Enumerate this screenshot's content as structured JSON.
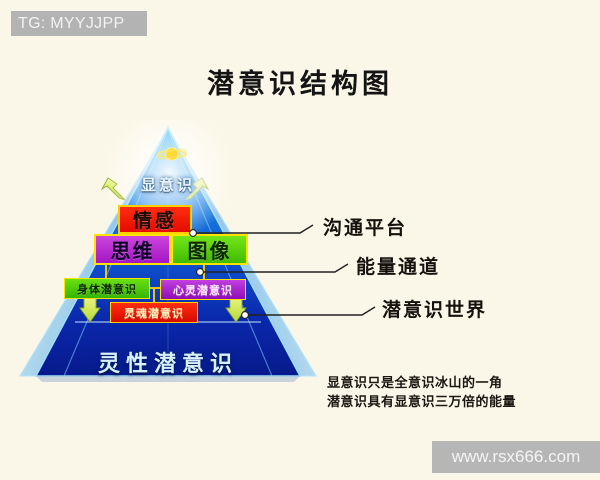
{
  "watermarks": {
    "tg_tag": "TG: MYYJJPP",
    "site": "www.rsx666.com"
  },
  "title": "潜意识结构图",
  "diagram": {
    "apex_icon": "saturn-planet-icon",
    "conscious_label": "显意识",
    "base_label": "灵性潜意识",
    "boxes": [
      {
        "id": "emotion",
        "label": "情感",
        "color": "#e40b00",
        "border": "#ffd000"
      },
      {
        "id": "thinking",
        "label": "思维",
        "color": "#a415c4",
        "border": "#ffe400"
      },
      {
        "id": "image",
        "label": "图像",
        "color": "#3fbb00",
        "border": "#ffe400"
      },
      {
        "id": "body",
        "label": "身体潜意识",
        "color": "#35b400",
        "border": "#ffe400"
      },
      {
        "id": "mind",
        "label": "心灵潜意识",
        "color": "#8c0eb4",
        "border": "#ffe400"
      },
      {
        "id": "soul",
        "label": "灵魂潜意识",
        "color": "#d60a00",
        "border": "#ffd000"
      }
    ],
    "pyramid_colors": {
      "face_top": "#2aa8ef",
      "face_bottom": "#0a1fa8",
      "edge": "#8fd8ff"
    }
  },
  "callouts": [
    {
      "id": "platform",
      "label": "沟通平台"
    },
    {
      "id": "channel",
      "label": "能量通道"
    },
    {
      "id": "world",
      "label": "潜意识世界"
    }
  ],
  "caption": {
    "line1": "显意识只是全意识冰山的一角",
    "line2": "潜意识具有显意识三万倍的能量"
  }
}
